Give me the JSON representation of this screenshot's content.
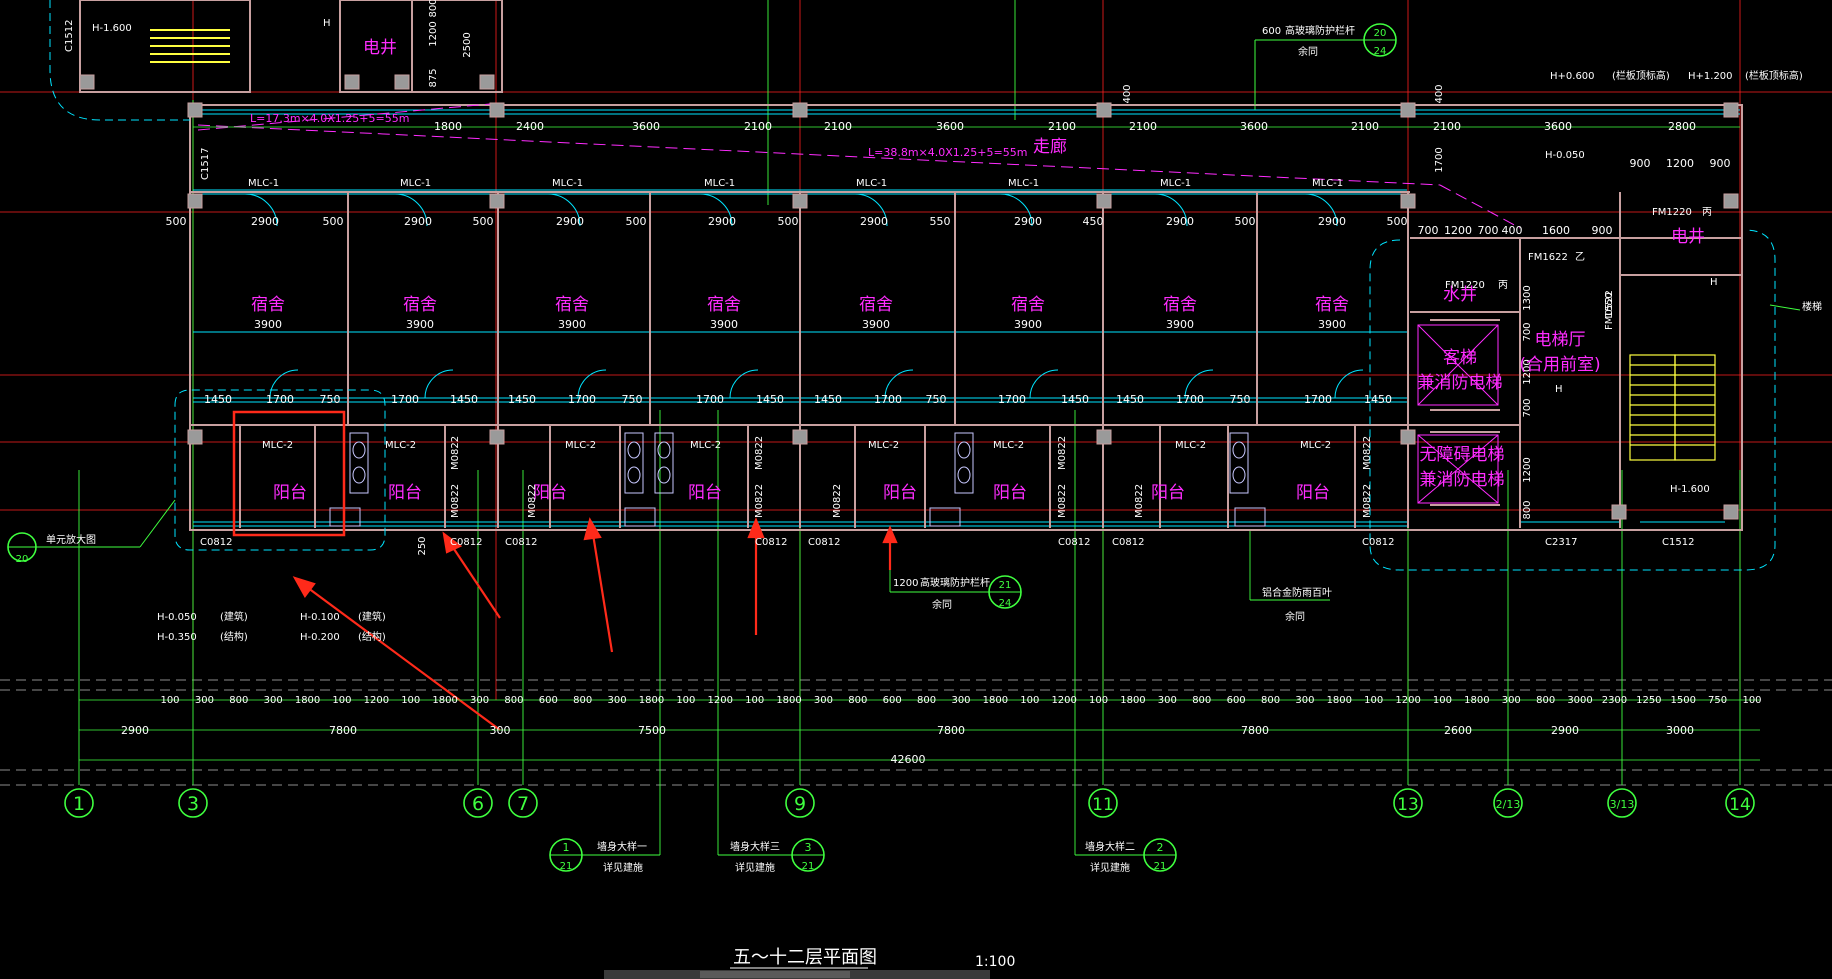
{
  "title": "五～十二层平面图",
  "scale": "1:100",
  "corridor": {
    "label": "走廊",
    "slope_note_1": "L=17.3m×4.0X1.25+5=55m",
    "slope_note_2": "L=38.8m×4.0X1.25+5=55m"
  },
  "rooms": {
    "dorm_label": "宿舍",
    "dorm_area": "3900",
    "balcony_label": "阳台",
    "water_well": "水井",
    "elec_well": "电井",
    "elev_hall_1": "电梯厅",
    "elev_hall_2": "(合用前室)",
    "passenger_elev_1": "客梯",
    "passenger_elev_2": "兼消防电梯",
    "accessible_elev_1": "无障碍电梯",
    "accessible_elev_2": "兼消防电梯",
    "top_elec_well": "电井"
  },
  "door_tags": {
    "mlc1": "MLC-1",
    "mlc2": "MLC-2",
    "m0822": "M0822",
    "c0812": "C0812",
    "fm1220": "FM1220",
    "fm1220_b": "丙",
    "fm1622": "FM1622",
    "fm1622_b": "乙",
    "fm0522": "FM0522",
    "c2317": "C2317",
    "c1512": "C1512",
    "c1517": "C1517",
    "c1512_top": "C1512"
  },
  "top_dims": [
    "1800",
    "2400",
    "3600",
    "2100",
    "2100",
    "3600",
    "2100",
    "2100",
    "3600",
    "2100",
    "2100",
    "3600",
    "2800"
  ],
  "door_dims": [
    "2900",
    "2900",
    "2900",
    "2900",
    "2900",
    "2900",
    "2900",
    "2900"
  ],
  "wall_dims_500": "500",
  "wall_dims_450": "450",
  "wall_dims_550": "550",
  "lower_dims": [
    "1450",
    "1700",
    "750",
    "1450",
    "1700",
    "1450",
    "1700",
    "750",
    "1450",
    "1700",
    "1450",
    "1700",
    "750",
    "1450",
    "1700",
    "1450",
    "1700",
    "750",
    "1450",
    "1700"
  ],
  "right_dims": [
    "700",
    "1200",
    "700",
    "400",
    "1600",
    "900",
    "900",
    "1200",
    "900"
  ],
  "vert_dims": [
    "1300",
    "700",
    "1200",
    "700",
    "1200",
    "800",
    "1550",
    "1700",
    "400",
    "400",
    "875",
    "2500",
    "1200",
    "800",
    "250"
  ],
  "dim_row1": [
    "100",
    "300",
    "800",
    "300",
    "1800",
    "100",
    "1200",
    "100",
    "1800",
    "300",
    "800",
    "600",
    "800",
    "300",
    "1800",
    "100",
    "1200",
    "100",
    "1800",
    "300",
    "800",
    "600",
    "800",
    "300",
    "1800",
    "100",
    "1200",
    "100",
    "1800",
    "300",
    "800",
    "600",
    "800",
    "300",
    "1800",
    "100",
    "1200",
    "100",
    "1800",
    "300",
    "800",
    "3000",
    "2300",
    "1250",
    "1500",
    "750",
    "100"
  ],
  "dim_row2": [
    "2900",
    "7800",
    "300",
    "7500",
    "7800",
    "7800",
    "2600",
    "2900",
    "3000"
  ],
  "dim_total": "42600",
  "axes": [
    "1",
    "3",
    "6",
    "7",
    "9",
    "11",
    "13",
    "2/13",
    "3/13",
    "14"
  ],
  "elevations": {
    "h1600_top": "H-1.600",
    "h0600": "H+0.600",
    "h1200": "H+1.200",
    "rail_top": "(栏板顶标高)",
    "h0050_r": "H-0.050",
    "h1600_r": "H-1.600",
    "h_tag": "H",
    "h0050": "H-0.050",
    "h0350": "H-0.350",
    "h0100": "H-0.100",
    "h0200": "H-0.200",
    "arch": "(建筑)",
    "struct": "(结构)"
  },
  "callouts": {
    "unit_detail": "单元放大图",
    "unit_detail_num": "20",
    "rail_600": "600",
    "rail_1200": "1200",
    "rail_text": "高玻璃防护栏杆",
    "rail_same": "余同",
    "rail_num_top": "20",
    "rail_num_bottom": "24",
    "rail2_num_top": "21",
    "rail2_num_bottom": "24",
    "louver": "铝合金防雨百叶",
    "louver_same": "余同",
    "stair": "楼梯",
    "wall1": "墙身大样一",
    "wall2": "墙身大样二",
    "wall3": "墙身大样三",
    "see_arch": "详见建施",
    "wall1_num": "1",
    "wall2_num": "2",
    "wall3_num": "3",
    "wall_sheet": "21"
  },
  "colors": {
    "wall": "#c8a0a0",
    "grid": "#ff2020",
    "dim": "#3fff3f",
    "room": "#ff2cff",
    "door": "#00e5ff",
    "annot_arrow": "#ff2a1a"
  }
}
